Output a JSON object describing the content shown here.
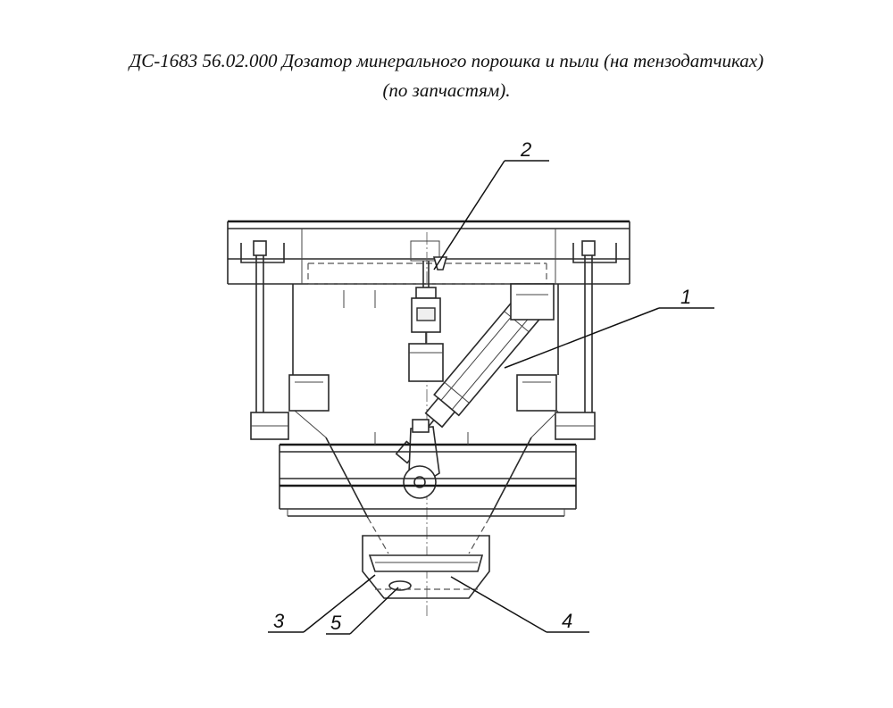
{
  "title": {
    "line1": "ДС-1683 56.02.000 Дозатор минерального порошка и пыли  (на тензодатчиках)",
    "line2": "(по запчастям)."
  },
  "callouts": {
    "c1": "1",
    "c2": "2",
    "c3": "3",
    "c4": "4",
    "c5": "5"
  }
}
